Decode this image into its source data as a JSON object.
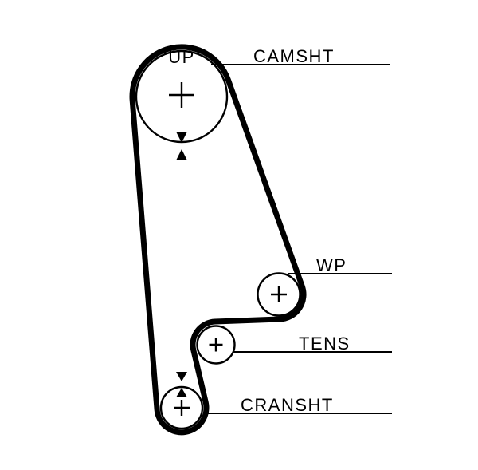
{
  "window": {
    "background_color": "#ffffff",
    "ink_color": "#000000"
  },
  "diagram": {
    "type": "timing-belt-routing",
    "up_marker": "UP",
    "belt": {
      "name": "timing-belt",
      "color": "#000000"
    },
    "pulleys": [
      {
        "id": "camshaft",
        "label": "CAMSHT",
        "marker": "alignment-arrows",
        "center_symbol": "cross"
      },
      {
        "id": "water-pump",
        "label": "WP",
        "marker": "none",
        "center_symbol": "cross"
      },
      {
        "id": "tensioner",
        "label": "TENS",
        "marker": "none",
        "center_symbol": "cross"
      },
      {
        "id": "crankshaft",
        "label": "CRANSHT",
        "marker": "alignment-arrows",
        "center_symbol": "cross"
      }
    ]
  }
}
